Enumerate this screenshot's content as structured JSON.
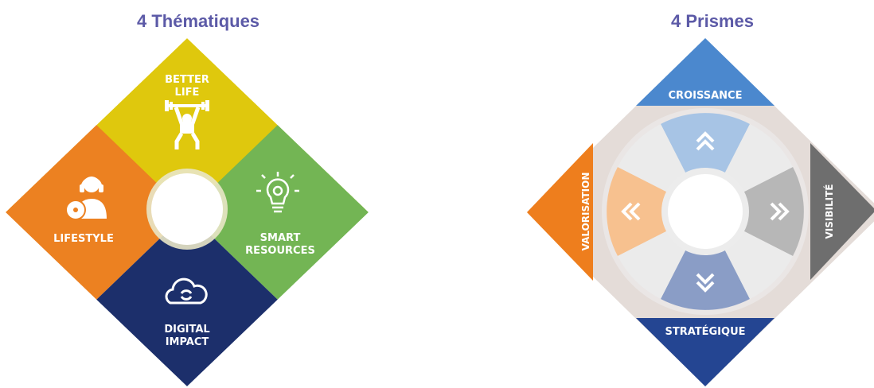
{
  "thematiques": {
    "title": "4 Thématiques",
    "quadrants": {
      "better_life": {
        "line1": "BETTER",
        "line2": "LIFE",
        "color": "#dfc80d",
        "icon": "weightlifter-icon"
      },
      "lifestyle": {
        "line1": "LIFESTYLE",
        "color": "#ec8121",
        "icon": "dj-headphones-icon"
      },
      "smart_resources": {
        "line1": "SMART",
        "line2": "RESOURCES",
        "color": "#73b554",
        "icon": "lightbulb-gear-icon"
      },
      "digital_impact": {
        "line1": "DIGITAL",
        "line2": "IMPACT",
        "color": "#1c2f6b",
        "icon": "cloud-sync-icon"
      }
    }
  },
  "prismes": {
    "title": "4 Prismes",
    "sides": {
      "croissance": {
        "label": "CROISSANCE",
        "color": "#4b88ce",
        "icon": "chevron-up-icon"
      },
      "visibilite": {
        "label": "VISIBILITÉ",
        "color": "#6e6e6e",
        "icon": "chevron-right-icon"
      },
      "strategique": {
        "label": "STRATÉGIQUE",
        "color": "#244592",
        "icon": "chevron-down-icon"
      },
      "valorisation": {
        "label": "VALORISATION",
        "color": "#ee7e1d",
        "icon": "chevron-left-icon"
      }
    }
  }
}
